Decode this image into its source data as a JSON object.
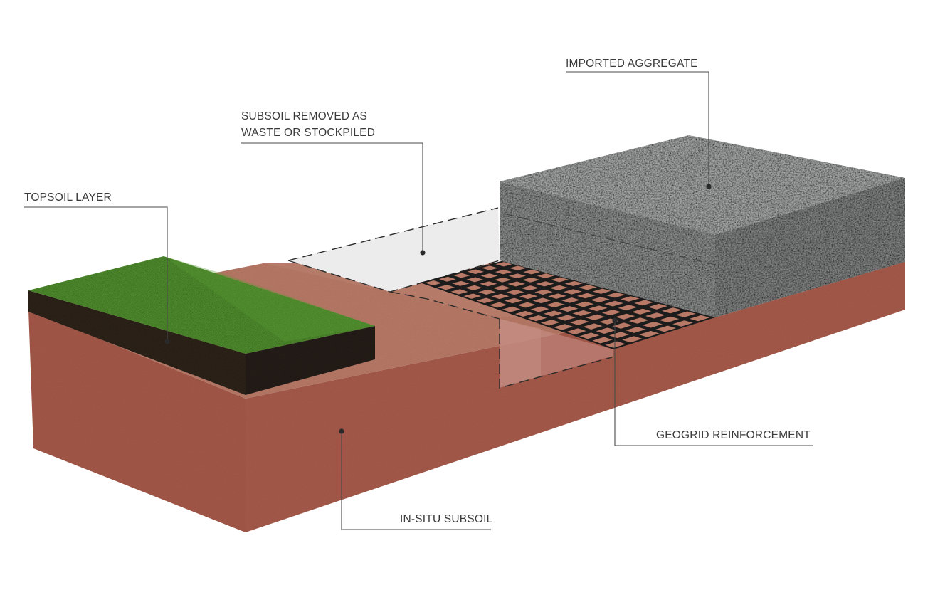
{
  "labels": {
    "imported_aggregate": "IMPORTED AGGREGATE",
    "subsoil_removed_line1": "SUBSOIL REMOVED AS",
    "subsoil_removed_line2": "WASTE OR STOCKPILED",
    "topsoil_layer": "TOPSOIL LAYER",
    "geogrid_reinforcement": "GEOGRID REINFORCEMENT",
    "in_situ_subsoil": "IN-SITU SUBSOIL"
  },
  "colors": {
    "subsoil_top": "#b97a68",
    "subsoil_front": "#a5594a",
    "subsoil_side": "#8f4a3d",
    "grass": "#4e8a2c",
    "topsoil": "#2a1f18",
    "aggregate_top": "#9a9d9c",
    "aggregate_side": "#7c7f7e",
    "geogrid": "#1e1e1e",
    "excavation": "#ededed"
  }
}
